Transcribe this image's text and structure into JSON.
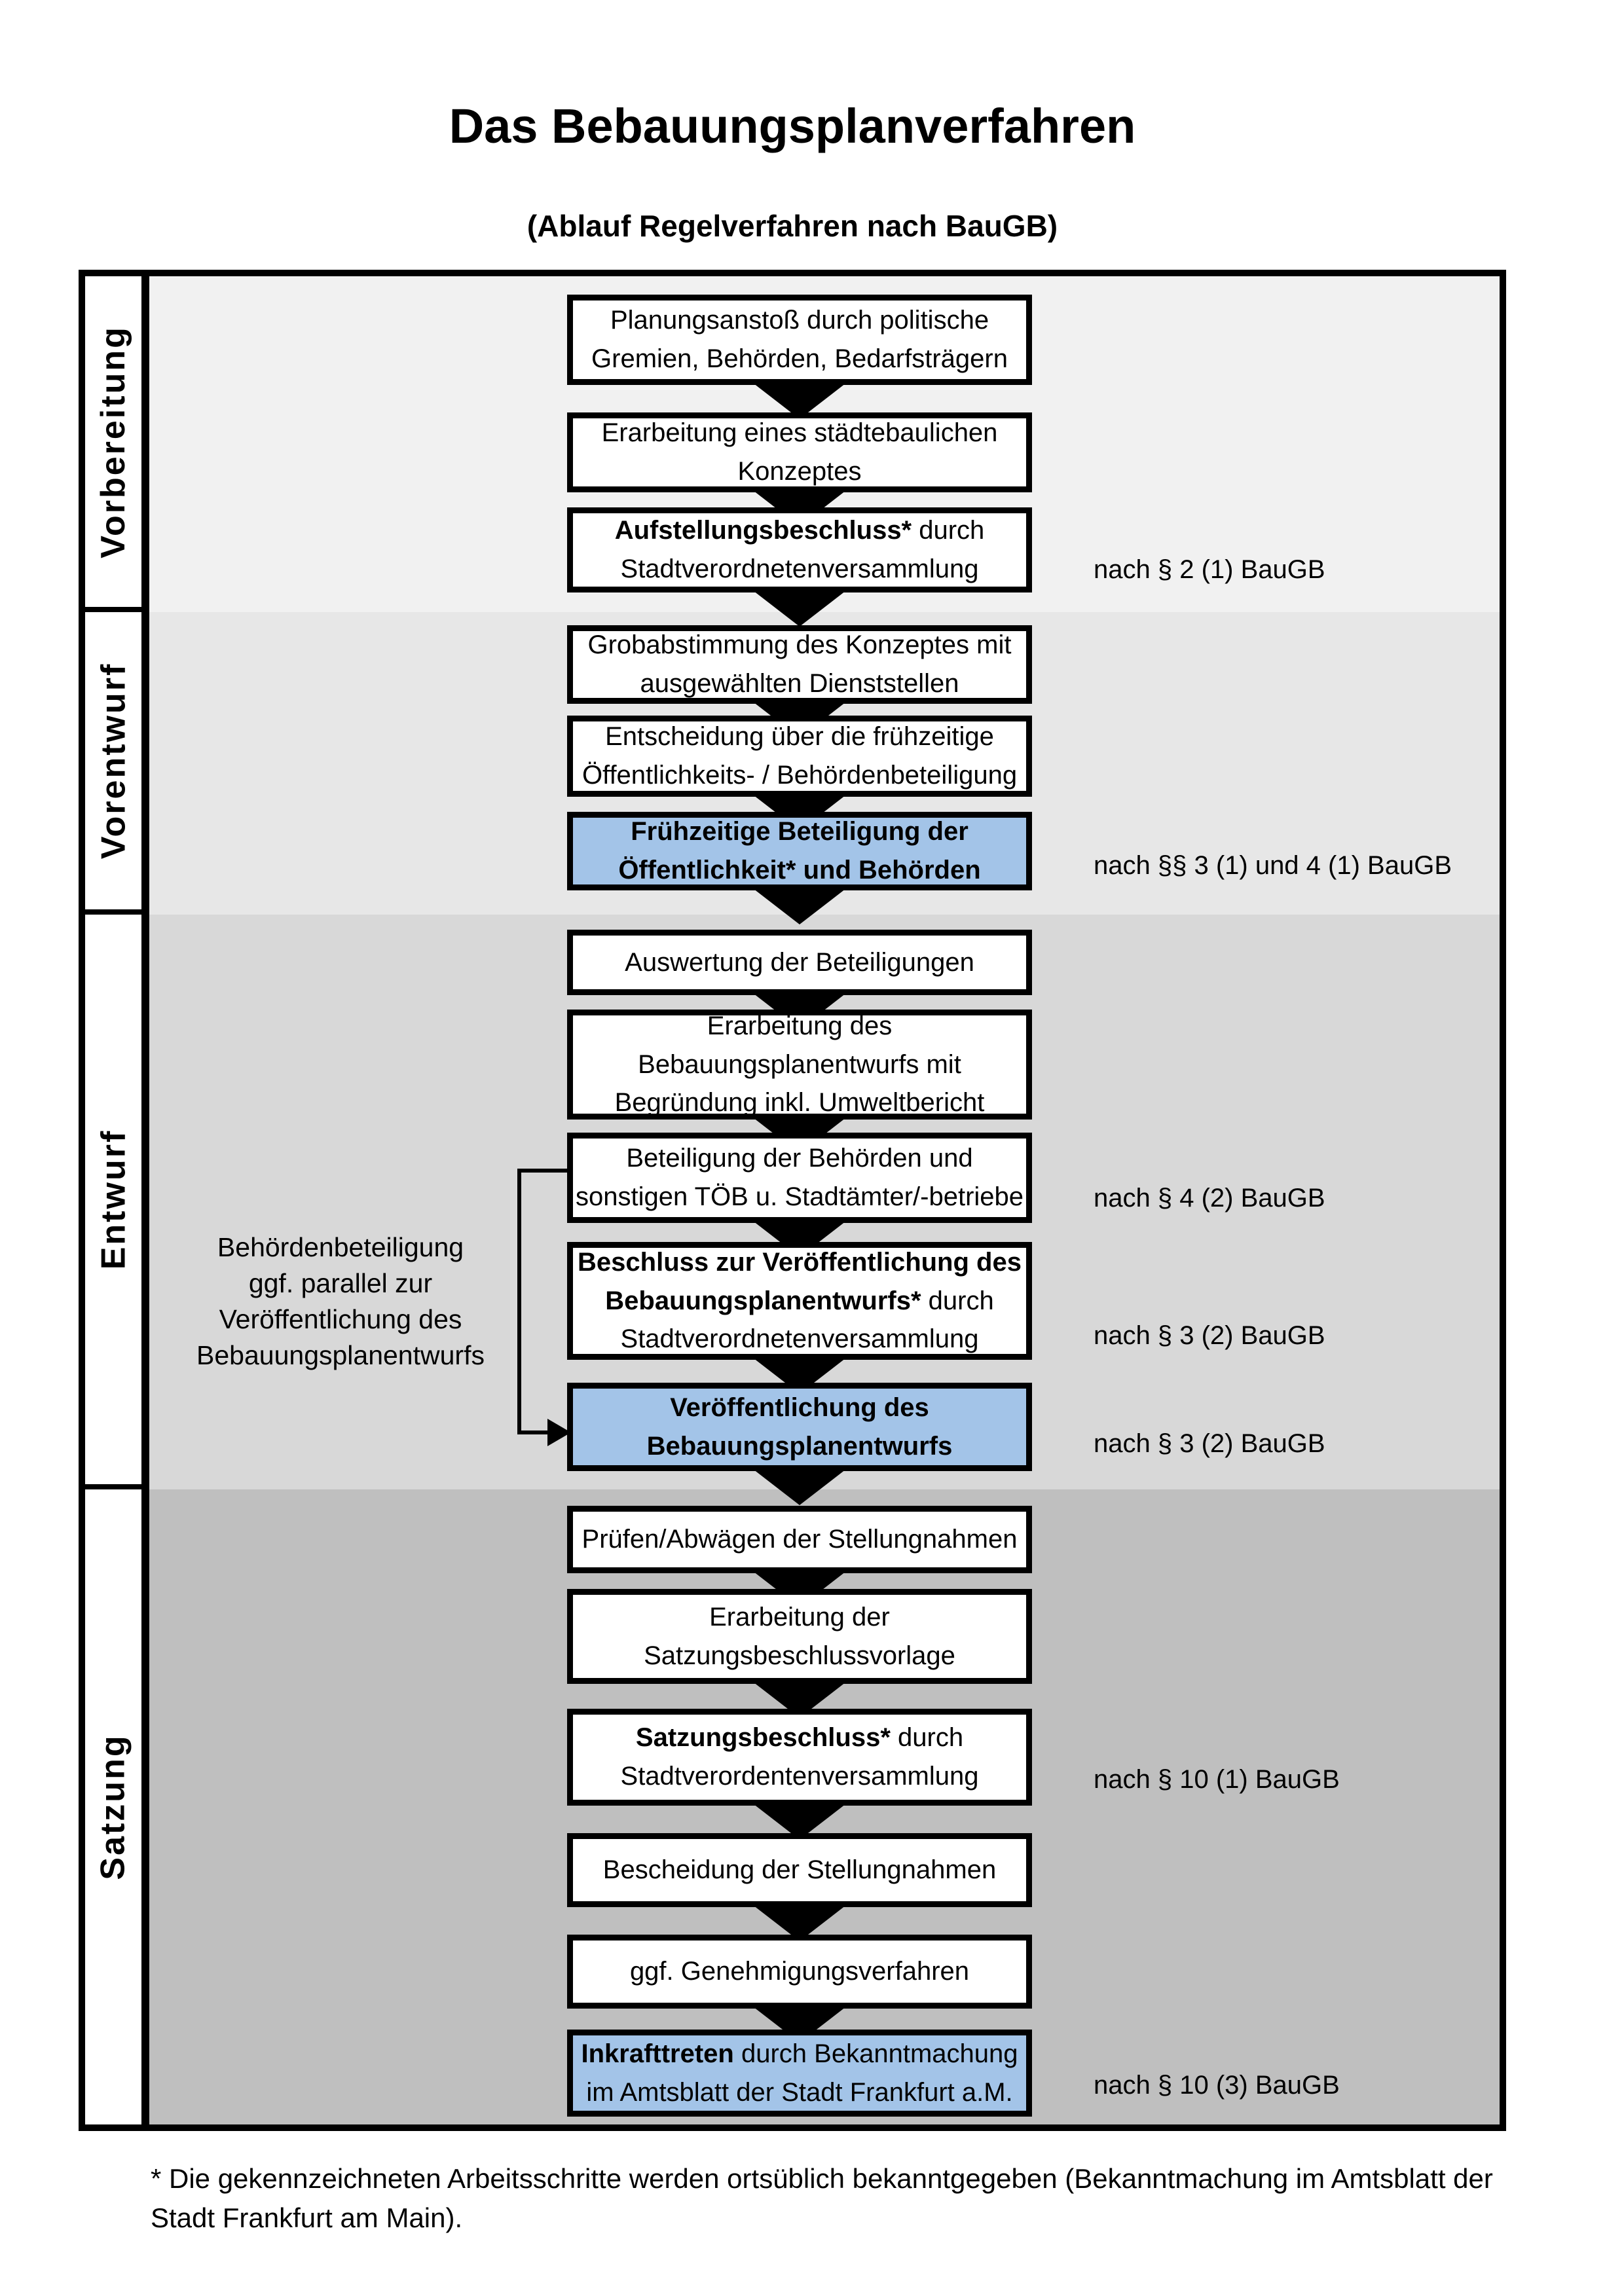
{
  "title": "Das Bebauungsplanverfahren",
  "subtitle": "(Ablauf Regelverfahren nach BauGB)",
  "colors": {
    "highlight_blue": "#a3c4e8",
    "band_vorbereitung": "#f1f1f1",
    "band_vorentwurf": "#e7e7e7",
    "band_entwurf": "#d8d8d8",
    "band_satzung": "#bfbfbf",
    "box_border": "#000000"
  },
  "sections": [
    {
      "id": "vorbereitung",
      "label": "Vorbereitung"
    },
    {
      "id": "vorentwurf",
      "label": "Vorentwurf"
    },
    {
      "id": "entwurf",
      "label": "Entwurf"
    },
    {
      "id": "satzung",
      "label": "Satzung"
    }
  ],
  "flow": {
    "boxes": [
      {
        "id": "planungsanstoss",
        "section": "vorbereitung",
        "highlight": false,
        "lines": [
          [
            {
              "t": "Planungsanstoß durch politische",
              "b": false
            }
          ],
          [
            {
              "t": "Gremien, Behörden, Bedarfsträgern",
              "b": false
            }
          ]
        ]
      },
      {
        "id": "staedtebauliches-konzept",
        "section": "vorbereitung",
        "highlight": false,
        "lines": [
          [
            {
              "t": "Erarbeitung eines städtebaulichen",
              "b": false
            }
          ],
          [
            {
              "t": "Konzeptes",
              "b": false
            }
          ]
        ]
      },
      {
        "id": "aufstellungsbeschluss",
        "section": "vorbereitung",
        "highlight": false,
        "lines": [
          [
            {
              "t": "Aufstellungsbeschluss*",
              "b": true
            },
            {
              "t": " durch",
              "b": false
            }
          ],
          [
            {
              "t": "Stadtverordnetenversammlung",
              "b": false
            }
          ]
        ]
      },
      {
        "id": "grobabstimmung",
        "section": "vorentwurf",
        "highlight": false,
        "lines": [
          [
            {
              "t": "Grobabstimmung des Konzeptes mit",
              "b": false
            }
          ],
          [
            {
              "t": "ausgewählten Dienststellen",
              "b": false
            }
          ]
        ]
      },
      {
        "id": "entscheidung-fruehzeitige-beteiligung",
        "section": "vorentwurf",
        "highlight": false,
        "lines": [
          [
            {
              "t": "Entscheidung über die frühzeitige",
              "b": false
            }
          ],
          [
            {
              "t": "Öffentlichkeits- / Behördenbeteiligung",
              "b": false
            }
          ]
        ]
      },
      {
        "id": "fruehzeitige-beteiligung",
        "section": "vorentwurf",
        "highlight": true,
        "lines": [
          [
            {
              "t": "Frühzeitige Beteiligung der",
              "b": true
            }
          ],
          [
            {
              "t": "Öffentlichkeit* und Behörden",
              "b": true
            }
          ]
        ]
      },
      {
        "id": "auswertung-beteiligungen",
        "section": "entwurf",
        "highlight": false,
        "lines": [
          [
            {
              "t": "Auswertung der Beteiligungen",
              "b": false
            }
          ]
        ]
      },
      {
        "id": "erarbeitung-bebauungsplanentwurf",
        "section": "entwurf",
        "highlight": false,
        "lines": [
          [
            {
              "t": "Erarbeitung des",
              "b": false
            }
          ],
          [
            {
              "t": "Bebauungsplanentwurfs mit",
              "b": false
            }
          ],
          [
            {
              "t": "Begründung inkl. Umweltbericht",
              "b": false
            }
          ]
        ]
      },
      {
        "id": "beteiligung-behoerden-toeb",
        "section": "entwurf",
        "highlight": false,
        "lines": [
          [
            {
              "t": "Beteiligung der Behörden und",
              "b": false
            }
          ],
          [
            {
              "t": "sonstigen TÖB u. Stadtämter/-betriebe",
              "b": false
            }
          ]
        ]
      },
      {
        "id": "beschluss-veroeffentlichung",
        "section": "entwurf",
        "highlight": false,
        "lines": [
          [
            {
              "t": "Beschluss zur Veröffentlichung des",
              "b": true
            }
          ],
          [
            {
              "t": "Bebauungsplanentwurfs*",
              "b": true
            },
            {
              "t": " durch",
              "b": false
            }
          ],
          [
            {
              "t": "Stadtverordnetenversammlung",
              "b": false
            }
          ]
        ]
      },
      {
        "id": "veroeffentlichung-entwurf",
        "section": "entwurf",
        "highlight": true,
        "lines": [
          [
            {
              "t": "Veröffentlichung des",
              "b": true
            }
          ],
          [
            {
              "t": "Bebauungsplanentwurfs",
              "b": true
            }
          ]
        ]
      },
      {
        "id": "pruefen-abwaegen-stellungnahmen",
        "section": "satzung",
        "highlight": false,
        "lines": [
          [
            {
              "t": "Prüfen/Abwägen der Stellungnahmen",
              "b": false
            }
          ]
        ]
      },
      {
        "id": "erarbeitung-satzungsbeschlussvorlage",
        "section": "satzung",
        "highlight": false,
        "lines": [
          [
            {
              "t": "Erarbeitung der",
              "b": false
            }
          ],
          [
            {
              "t": "Satzungsbeschlussvorlage",
              "b": false
            }
          ]
        ]
      },
      {
        "id": "satzungsbeschluss",
        "section": "satzung",
        "highlight": false,
        "lines": [
          [
            {
              "t": "Satzungsbeschluss*",
              "b": true
            },
            {
              "t": " durch",
              "b": false
            }
          ],
          [
            {
              "t": "Stadtverordentenversammlung",
              "b": false
            }
          ]
        ]
      },
      {
        "id": "bescheidung-stellungnahmen",
        "section": "satzung",
        "highlight": false,
        "lines": [
          [
            {
              "t": "Bescheidung der Stellungnahmen",
              "b": false
            }
          ]
        ]
      },
      {
        "id": "genehmigungsverfahren",
        "section": "satzung",
        "highlight": false,
        "lines": [
          [
            {
              "t": "ggf. Genehmigungsverfahren",
              "b": false
            }
          ]
        ]
      },
      {
        "id": "inkrafttreten",
        "section": "satzung",
        "highlight": true,
        "lines": [
          [
            {
              "t": "Inkrafttreten",
              "b": true
            },
            {
              "t": " durch Bekanntmachung",
              "b": false
            }
          ],
          [
            {
              "t": "im Amtsblatt der Stadt Frankfurt a.M.",
              "b": false
            }
          ]
        ]
      }
    ]
  },
  "legal_refs": [
    {
      "id": "ref-aufstellungsbeschluss",
      "text": "nach § 2 (1) BauGB"
    },
    {
      "id": "ref-fruehzeitige-beteiligung",
      "text": "nach §§ 3 (1) und 4 (1) BauGB"
    },
    {
      "id": "ref-beteiligung-behoerden",
      "text": "nach § 4 (2) BauGB"
    },
    {
      "id": "ref-beschluss-veroeffentlichung",
      "text": "nach § 3 (2) BauGB"
    },
    {
      "id": "ref-veroeffentlichung",
      "text": "nach § 3 (2) BauGB"
    },
    {
      "id": "ref-satzungsbeschluss",
      "text": "nach § 10 (1) BauGB"
    },
    {
      "id": "ref-inkrafttreten",
      "text": "nach § 10 (3) BauGB"
    }
  ],
  "side_note": {
    "lines": [
      "Behördenbeteiligung",
      "ggf. parallel zur",
      "Veröffentlichung des",
      "Bebauungsplanentwurfs"
    ]
  },
  "footnote": "* Die gekennzeichneten Arbeitsschritte werden ortsüblich bekanntgegeben (Bekanntmachung im Amtsblatt  der Stadt Frankfurt am Main)."
}
